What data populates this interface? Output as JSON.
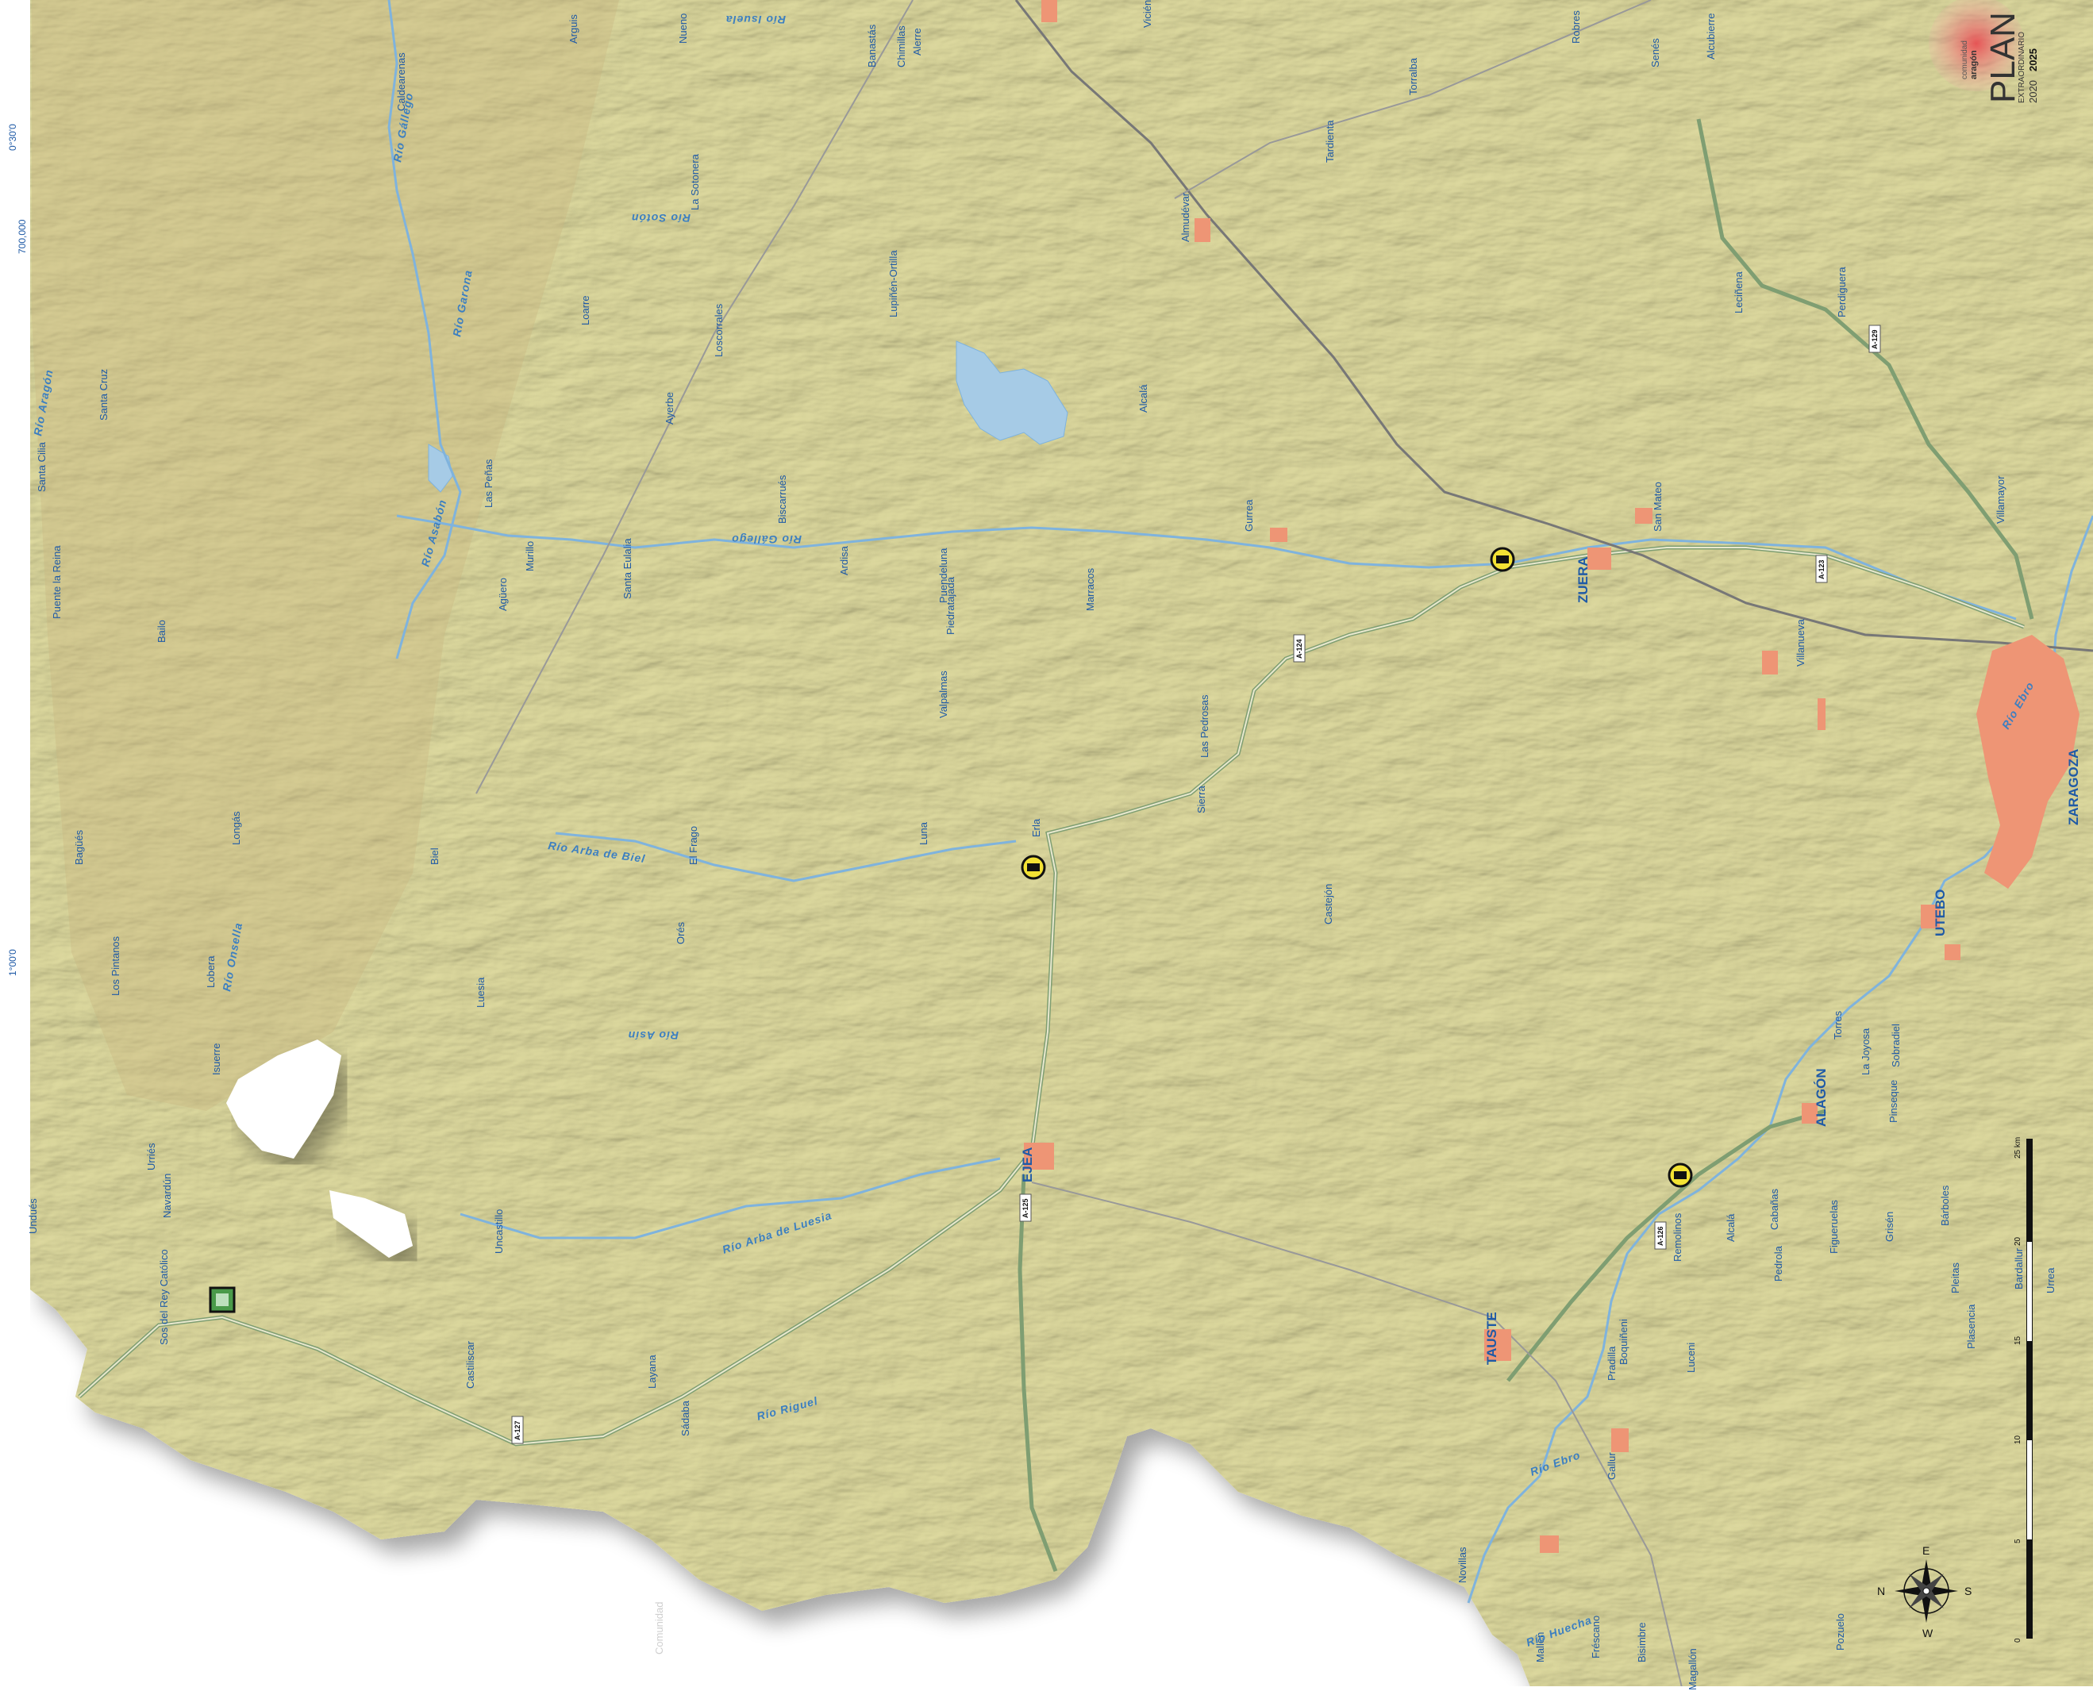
{
  "logo": {
    "line1": "comunidad",
    "line2": "aragón",
    "title": "PLAN",
    "subtitle": "EXTRAORDINARIO",
    "years_from": "2020",
    "years_to": "2025"
  },
  "coordinates": {
    "lat_top": "0°30'0",
    "lat_bottom": "1°00'0",
    "grid_value": "700,000"
  },
  "watermark": "Comunidad",
  "cities": [
    {
      "name": "ZARAGOZA"
    },
    {
      "name": "ZUERA"
    },
    {
      "name": "EJEA"
    },
    {
      "name": "TAUSTE"
    },
    {
      "name": "UTEBO"
    },
    {
      "name": "ALAGÓN"
    }
  ],
  "towns": [
    {
      "name": "Nueno"
    },
    {
      "name": "Arguis"
    },
    {
      "name": "Banastás"
    },
    {
      "name": "Chimillas"
    },
    {
      "name": "Alerre"
    },
    {
      "name": "Vicién"
    },
    {
      "name": "Robres"
    },
    {
      "name": "Senés"
    },
    {
      "name": "Alcubierre"
    },
    {
      "name": "Torralba"
    },
    {
      "name": "Tardienta"
    },
    {
      "name": "Almudévar"
    },
    {
      "name": "Leciñena"
    },
    {
      "name": "Perdiguera"
    },
    {
      "name": "Caldearenas"
    },
    {
      "name": "La Sotonera"
    },
    {
      "name": "Lupiñén-Ortilla"
    },
    {
      "name": "Loscorrales"
    },
    {
      "name": "Loarre"
    },
    {
      "name": "Alcalá"
    },
    {
      "name": "Santa Cruz"
    },
    {
      "name": "Santa Cilia"
    },
    {
      "name": "Ayerbe"
    },
    {
      "name": "Las Peñas"
    },
    {
      "name": "Biscarrués"
    },
    {
      "name": "Gurrea"
    },
    {
      "name": "San Mateo"
    },
    {
      "name": "Villamayor"
    },
    {
      "name": "Puente la Reina"
    },
    {
      "name": "Murillo"
    },
    {
      "name": "Agüero"
    },
    {
      "name": "Santa Eulalia"
    },
    {
      "name": "Ardisa"
    },
    {
      "name": "Puendeluna"
    },
    {
      "name": "Piedratajada"
    },
    {
      "name": "Marracos"
    },
    {
      "name": "Villanueva"
    },
    {
      "name": "Bailo"
    },
    {
      "name": "Valpalmas"
    },
    {
      "name": "Las Pedrosas"
    },
    {
      "name": "Sierra"
    },
    {
      "name": "Bagüés"
    },
    {
      "name": "Longás"
    },
    {
      "name": "Biel"
    },
    {
      "name": "El Frago"
    },
    {
      "name": "Luna"
    },
    {
      "name": "Erla"
    },
    {
      "name": "Castejón"
    },
    {
      "name": "Orés"
    },
    {
      "name": "Los Pintanos"
    },
    {
      "name": "Lobera"
    },
    {
      "name": "Luesia"
    },
    {
      "name": "Isuerre"
    },
    {
      "name": "Torres"
    },
    {
      "name": "La Joyosa"
    },
    {
      "name": "Sobradiel"
    },
    {
      "name": "Pinseque"
    },
    {
      "name": "Undués"
    },
    {
      "name": "Urriés"
    },
    {
      "name": "Navardún"
    },
    {
      "name": "Uncastillo"
    },
    {
      "name": "Figueruelas"
    },
    {
      "name": "Grisén"
    },
    {
      "name": "Bárboles"
    },
    {
      "name": "Remolinos"
    },
    {
      "name": "Alcalá"
    },
    {
      "name": "Cabañas"
    },
    {
      "name": "Pedrola"
    },
    {
      "name": "Sos del Rey Católico"
    },
    {
      "name": "Pleitas"
    },
    {
      "name": "Bardallur"
    },
    {
      "name": "Urrea"
    },
    {
      "name": "Plasencia"
    },
    {
      "name": "Castiliscar"
    },
    {
      "name": "Layana"
    },
    {
      "name": "Sádaba"
    },
    {
      "name": "Pradilla"
    },
    {
      "name": "Boquiñeni"
    },
    {
      "name": "Luceni"
    },
    {
      "name": "Gallur"
    },
    {
      "name": "Novillas"
    },
    {
      "name": "Mallén"
    },
    {
      "name": "Fréscano"
    },
    {
      "name": "Bisimbre"
    },
    {
      "name": "Magallón"
    },
    {
      "name": "Pozuelo"
    }
  ],
  "rivers": [
    {
      "name": "Río Isuela"
    },
    {
      "name": "Río Gállego"
    },
    {
      "name": "Río Sotón"
    },
    {
      "name": "Río Garona"
    },
    {
      "name": "Río Aragón"
    },
    {
      "name": "Río Asabón"
    },
    {
      "name": "Río Gállego"
    },
    {
      "name": "Río Arba de Biel"
    },
    {
      "name": "Río Asín"
    },
    {
      "name": "Río Onsella"
    },
    {
      "name": "Río Arba de Luesia"
    },
    {
      "name": "Río Riguel"
    },
    {
      "name": "Río Ebro"
    },
    {
      "name": "Río Ebro"
    },
    {
      "name": "Río Huecha"
    }
  ],
  "roads": [
    {
      "code": "A-129"
    },
    {
      "code": "A-123"
    },
    {
      "code": "A-124"
    },
    {
      "code": "A-125"
    },
    {
      "code": "A-126"
    },
    {
      "code": "A-127"
    }
  ],
  "scale": {
    "unit": "25 km",
    "ticks": [
      "0",
      "5",
      "10",
      "15",
      "20"
    ]
  },
  "compass": {
    "n": "N",
    "s": "S",
    "e": "E",
    "w": "W"
  },
  "colors": {
    "land": "#e0dc9e",
    "water": "#a6cbe6",
    "river": "#7fb3dd",
    "urban": "#ee9575",
    "road": "#7f9e72",
    "label": "#1f5aa6"
  }
}
